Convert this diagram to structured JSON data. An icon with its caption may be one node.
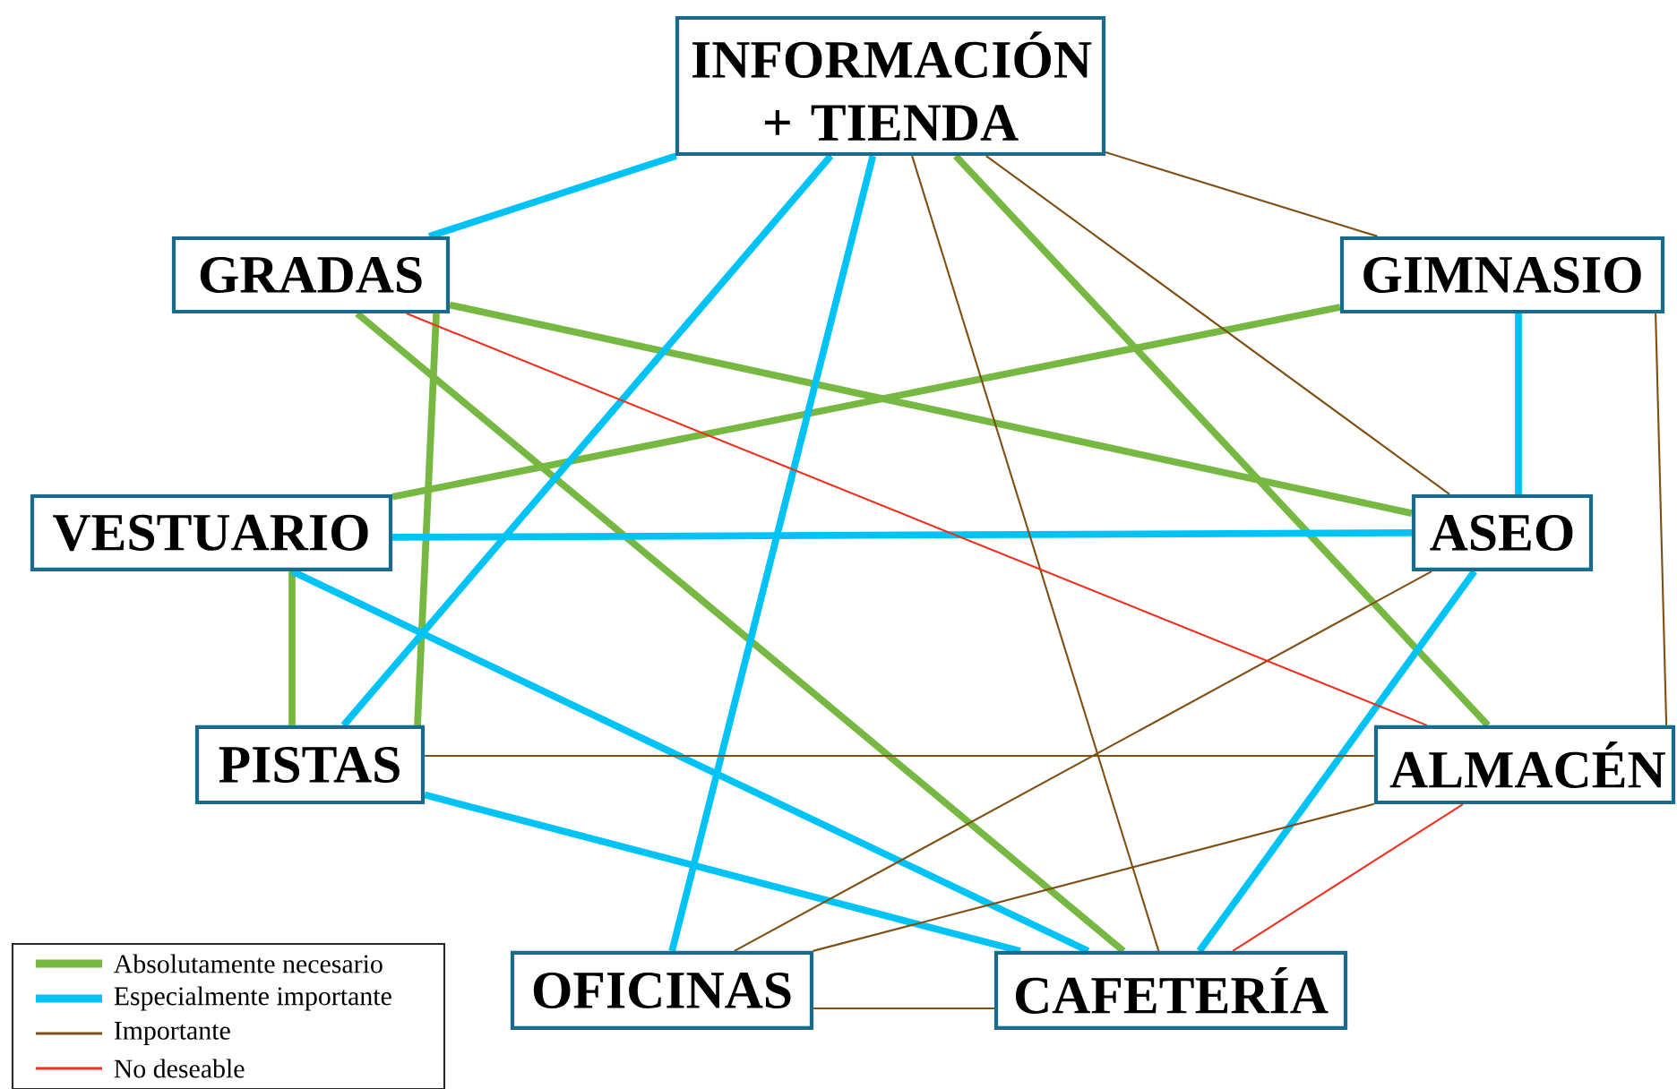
{
  "diagram": {
    "nodes": [
      {
        "text": [
          "INFORMACIÓN + TIENDA"
        ]
      },
      {
        "text": [
          "GRADAS"
        ]
      },
      {
        "text": [
          "GIMNASIO"
        ]
      },
      {
        "text": [
          "VESTUARIO"
        ]
      },
      {
        "text": [
          "ASEO"
        ]
      },
      {
        "text": [
          "PISTAS"
        ]
      },
      {
        "text": [
          "ALMACÉN"
        ]
      },
      {
        "text": [
          "OFICINAS"
        ]
      },
      {
        "text": [
          "CAFETERÍA"
        ]
      }
    ],
    "edges": [
      {
        "from": 1,
        "to": 4,
        "arrow": "none",
        "color": "#77b843"
      },
      {
        "from": 1,
        "to": 8,
        "arrow": "none",
        "color": "#77b843"
      },
      {
        "from": 1,
        "to": 5,
        "arrow": "none",
        "color": "#77b843"
      },
      {
        "from": 0,
        "to": 6,
        "arrow": "none",
        "color": "#77b843"
      },
      {
        "from": 3,
        "to": 2,
        "arrow": "none",
        "color": "#77b843"
      },
      {
        "from": 3,
        "to": 5,
        "arrow": "none",
        "color": "#77b843"
      },
      {
        "from": 0,
        "to": 1,
        "arrow": "none",
        "color": "#00c3f5"
      },
      {
        "from": 0,
        "to": 5,
        "arrow": "none",
        "color": "#00c3f5"
      },
      {
        "from": 0,
        "to": 7,
        "arrow": "none",
        "color": "#00c3f5"
      },
      {
        "from": 3,
        "to": 4,
        "arrow": "none",
        "color": "#00c3f5"
      },
      {
        "from": 3,
        "to": 8,
        "arrow": "none",
        "color": "#00c3f5"
      },
      {
        "from": 5,
        "to": 8,
        "arrow": "none",
        "color": "#00c3f5"
      },
      {
        "from": 2,
        "to": 4,
        "arrow": "none",
        "color": "#00c3f5"
      },
      {
        "from": 4,
        "to": 8,
        "arrow": "none",
        "color": "#00c3f5"
      },
      {
        "from": 0,
        "to": 2,
        "arrow": "none",
        "color": "#7f5014"
      },
      {
        "from": 0,
        "to": 4,
        "arrow": "none",
        "color": "#7f5014"
      },
      {
        "from": 0,
        "to": 8,
        "arrow": "none",
        "color": "#7f5014"
      },
      {
        "from": 2,
        "to": 6,
        "arrow": "none",
        "color": "#7f5014"
      },
      {
        "from": 5,
        "to": 6,
        "arrow": "none",
        "color": "#7f5014"
      },
      {
        "from": 4,
        "to": 7,
        "arrow": "none",
        "color": "#7f5014"
      },
      {
        "from": 6,
        "to": 7,
        "arrow": "none",
        "color": "#7f5014"
      },
      {
        "from": 7,
        "to": 8,
        "arrow": "none",
        "color": "#7f5014"
      },
      {
        "from": 1,
        "to": 6,
        "arrow": "none",
        "color": "#f0301e"
      },
      {
        "from": 6,
        "to": 8,
        "arrow": "none",
        "color": "#f0301e"
      }
    ],
    "legend": [
      {
        "text": "Absolutamente necesario",
        "color": "#77b843"
      },
      {
        "text": "Especialmente importante",
        "color": "#00c3f5"
      },
      {
        "text": "Importante",
        "color": "#7f5014"
      },
      {
        "text": "No deseable",
        "color": "#f0301e"
      }
    ]
  }
}
